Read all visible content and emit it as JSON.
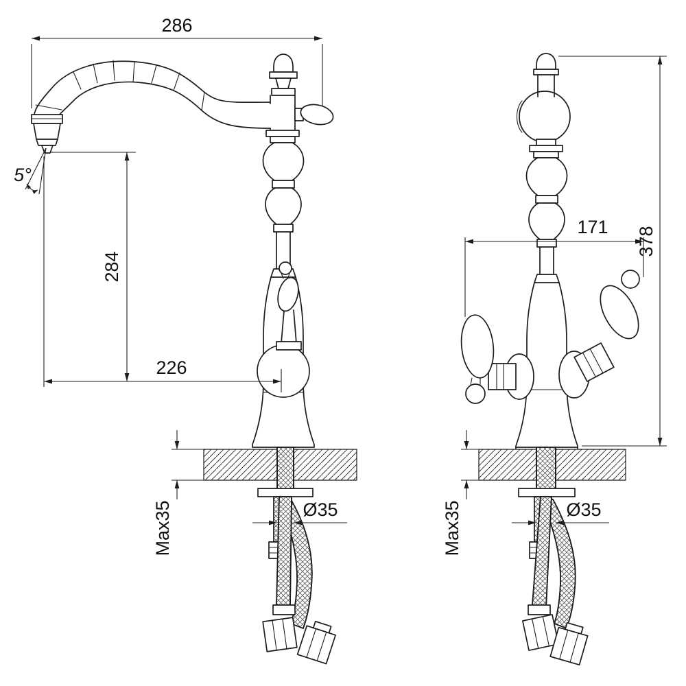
{
  "drawing": {
    "side_view": {
      "dim_overall_reach": "286",
      "dim_spout_angle": "5°",
      "dim_spout_height": "284",
      "dim_spout_reach": "226",
      "dim_counter_thickness": "Max35",
      "dim_hole_diameter": "Ø35"
    },
    "front_view": {
      "dim_handle_span": "171",
      "dim_overall_height": "378",
      "dim_counter_thickness": "Max35",
      "dim_hole_diameter": "Ø35"
    }
  }
}
